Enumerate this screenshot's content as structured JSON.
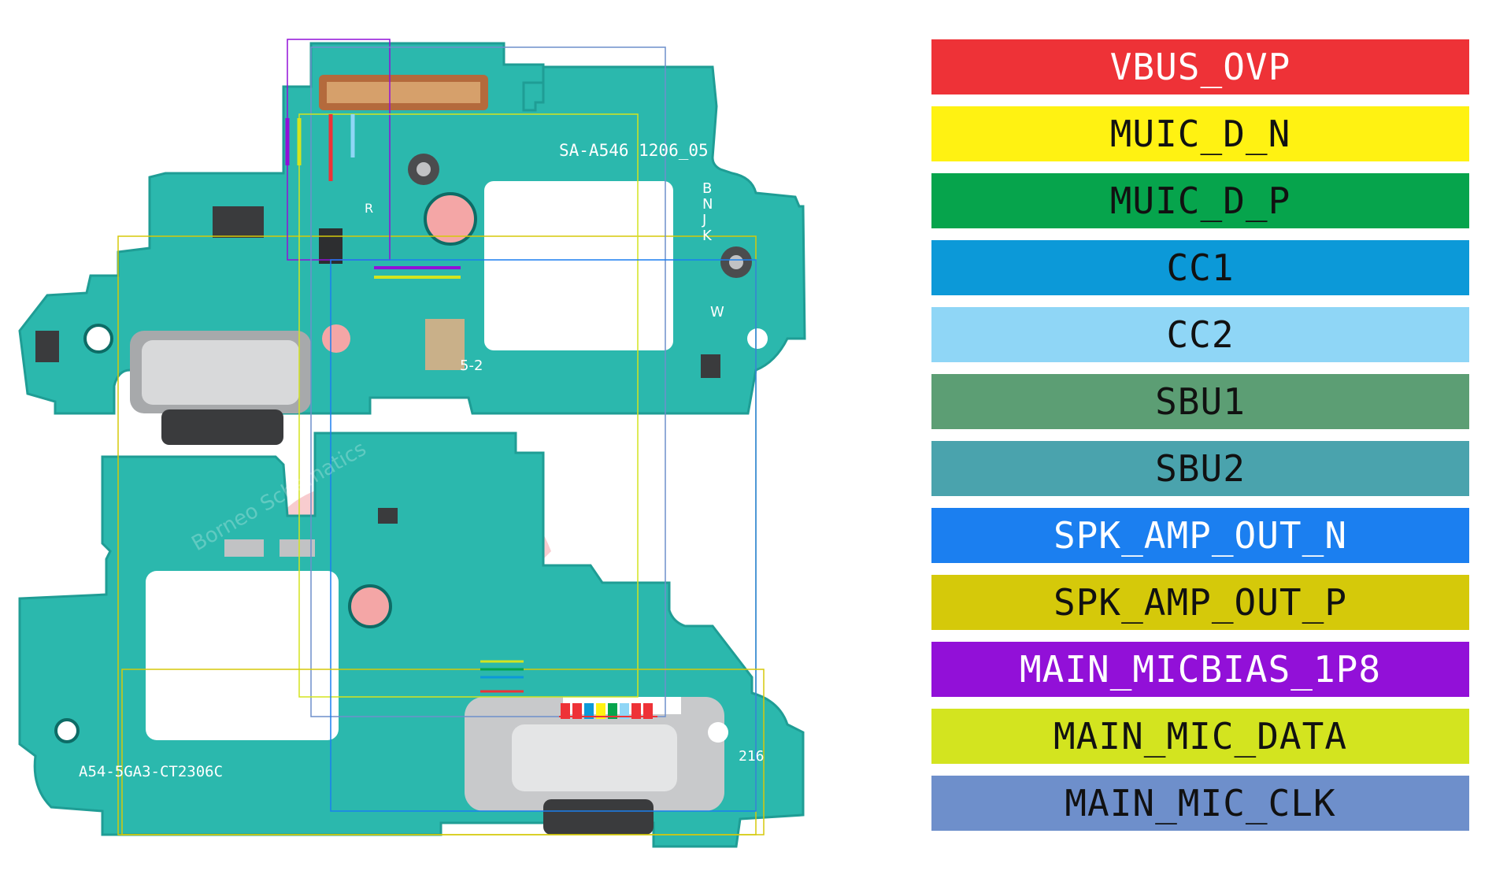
{
  "board": {
    "top_label": "SA-A546   1206_05",
    "bottom_label": "A54-5GA3-CT2306C",
    "side_code": "216",
    "letters": [
      "B",
      "N",
      "J",
      "K"
    ],
    "mark_r": "R",
    "mark_w": "W",
    "mark_52": "5-2",
    "watermark": "Borneo Schematics"
  },
  "legend": [
    {
      "label": "VBUS_OVP",
      "bg": "#ee3237",
      "fg": "#ffffff"
    },
    {
      "label": "MUIC_D_N",
      "bg": "#fff212",
      "fg": "#111111"
    },
    {
      "label": "MUIC_D_P",
      "bg": "#06a44c",
      "fg": "#111111"
    },
    {
      "label": "CC1",
      "bg": "#0c99d8",
      "fg": "#111111"
    },
    {
      "label": "CC2",
      "bg": "#8fd6f6",
      "fg": "#111111"
    },
    {
      "label": "SBU1",
      "bg": "#5c9e74",
      "fg": "#111111"
    },
    {
      "label": "SBU2",
      "bg": "#4aa3ad",
      "fg": "#111111"
    },
    {
      "label": "SPK_AMP_OUT_N",
      "bg": "#1b7ff0",
      "fg": "#ffffff"
    },
    {
      "label": "SPK_AMP_OUT_P",
      "bg": "#d5c90a",
      "fg": "#111111"
    },
    {
      "label": "MAIN_MICBIAS_1P8",
      "bg": "#9210d8",
      "fg": "#ffffff"
    },
    {
      "label": "MAIN_MIC_DATA",
      "bg": "#d3e41f",
      "fg": "#111111"
    },
    {
      "label": "MAIN_MIC_CLK",
      "bg": "#6e8fcb",
      "fg": "#111111"
    }
  ],
  "colors": {
    "pcb": "#2bb8ad",
    "pcb_dark": "#1f9d95",
    "trace": "#1a8f88"
  }
}
